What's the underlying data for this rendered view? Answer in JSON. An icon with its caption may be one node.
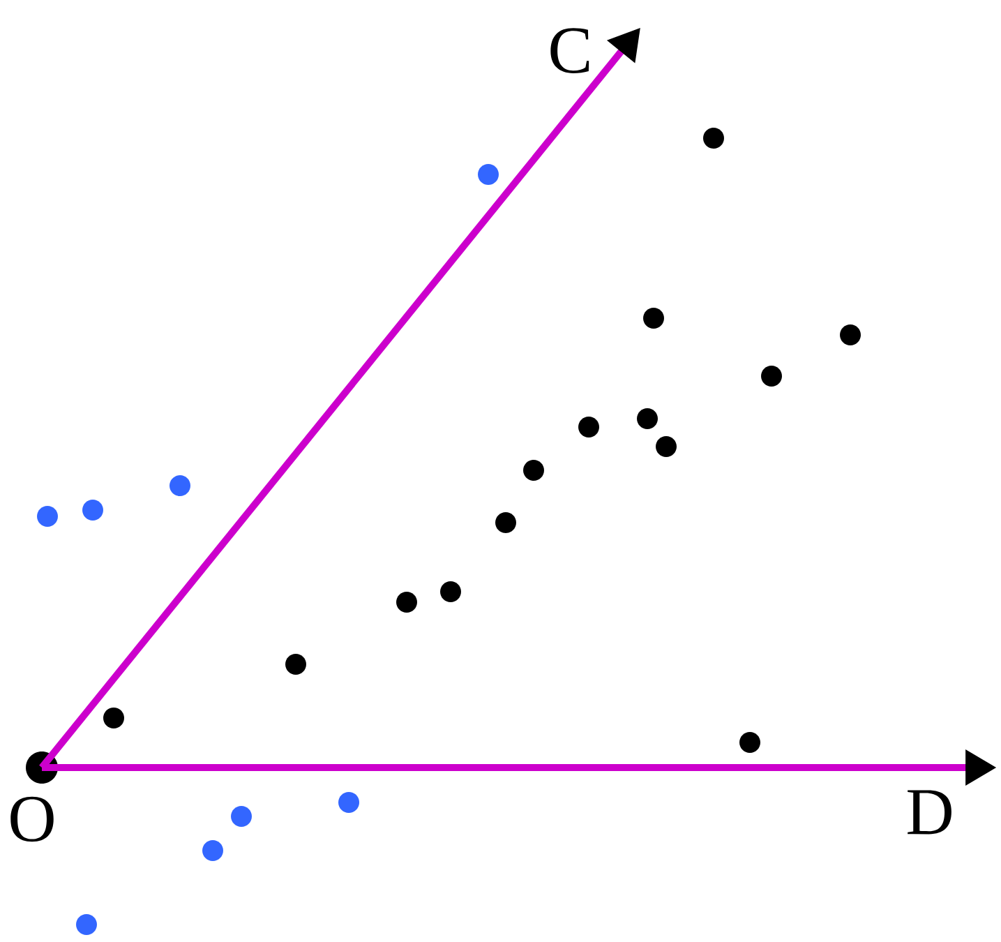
{
  "diagram": {
    "nodes": [
      {
        "text": [
          "O"
        ]
      },
      {
        "text": [
          "C"
        ]
      },
      {
        "text": [
          "D"
        ]
      }
    ],
    "edges": [
      {
        "from": 0,
        "to": 1,
        "arrow": "to"
      },
      {
        "from": 0,
        "to": 2,
        "arrow": "to"
      }
    ]
  }
}
